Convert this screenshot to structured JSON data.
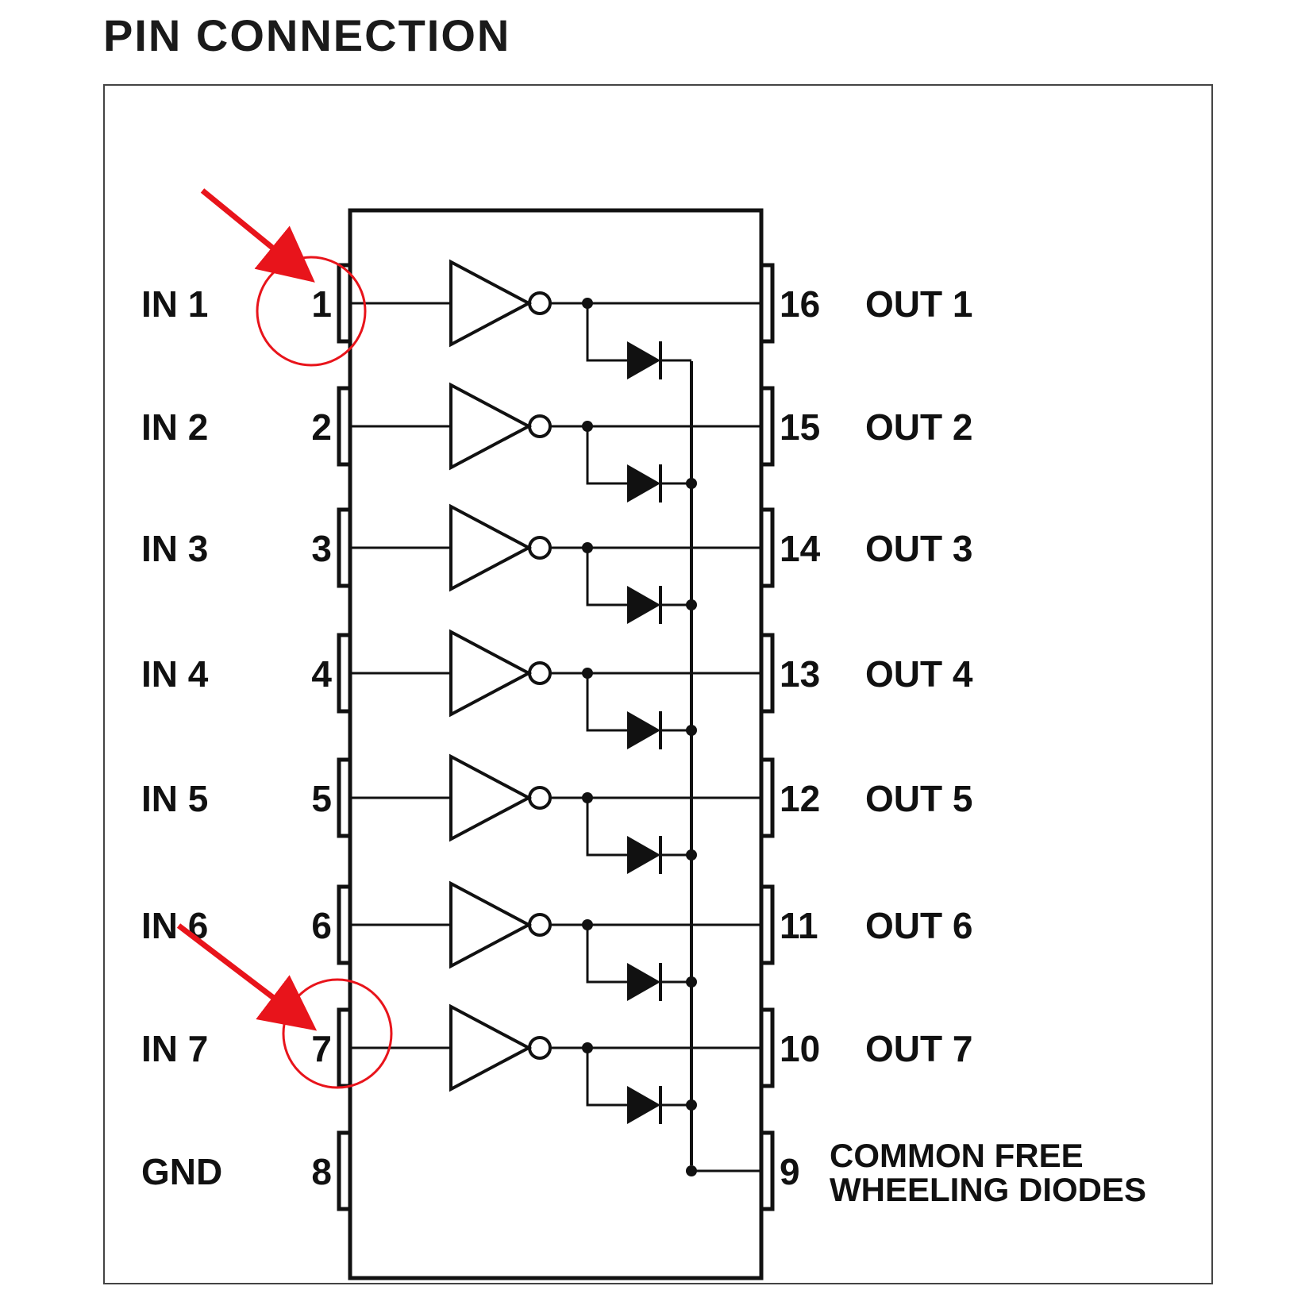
{
  "title": "PIN CONNECTION",
  "colors": {
    "ink": "#111111",
    "annotation": "#e8141b"
  },
  "left_pins": [
    {
      "name": "IN 1",
      "number": "1"
    },
    {
      "name": "IN 2",
      "number": "2"
    },
    {
      "name": "IN 3",
      "number": "3"
    },
    {
      "name": "IN 4",
      "number": "4"
    },
    {
      "name": "IN 5",
      "number": "5"
    },
    {
      "name": "IN 6",
      "number": "6"
    },
    {
      "name": "IN 7",
      "number": "7"
    },
    {
      "name": "GND",
      "number": "8"
    }
  ],
  "right_pins": [
    {
      "number": "16",
      "name": "OUT 1"
    },
    {
      "number": "15",
      "name": "OUT 2"
    },
    {
      "number": "14",
      "name": "OUT 3"
    },
    {
      "number": "13",
      "name": "OUT 4"
    },
    {
      "number": "12",
      "name": "OUT 5"
    },
    {
      "number": "11",
      "name": "OUT 6"
    },
    {
      "number": "10",
      "name": "OUT 7"
    },
    {
      "number": "9",
      "name_line1": "COMMON  FREE",
      "name_line2": "WHEELING  DIODES"
    }
  ],
  "annotations": {
    "highlighted_pins": [
      "1",
      "7"
    ],
    "marker": "red circle with arrow"
  }
}
